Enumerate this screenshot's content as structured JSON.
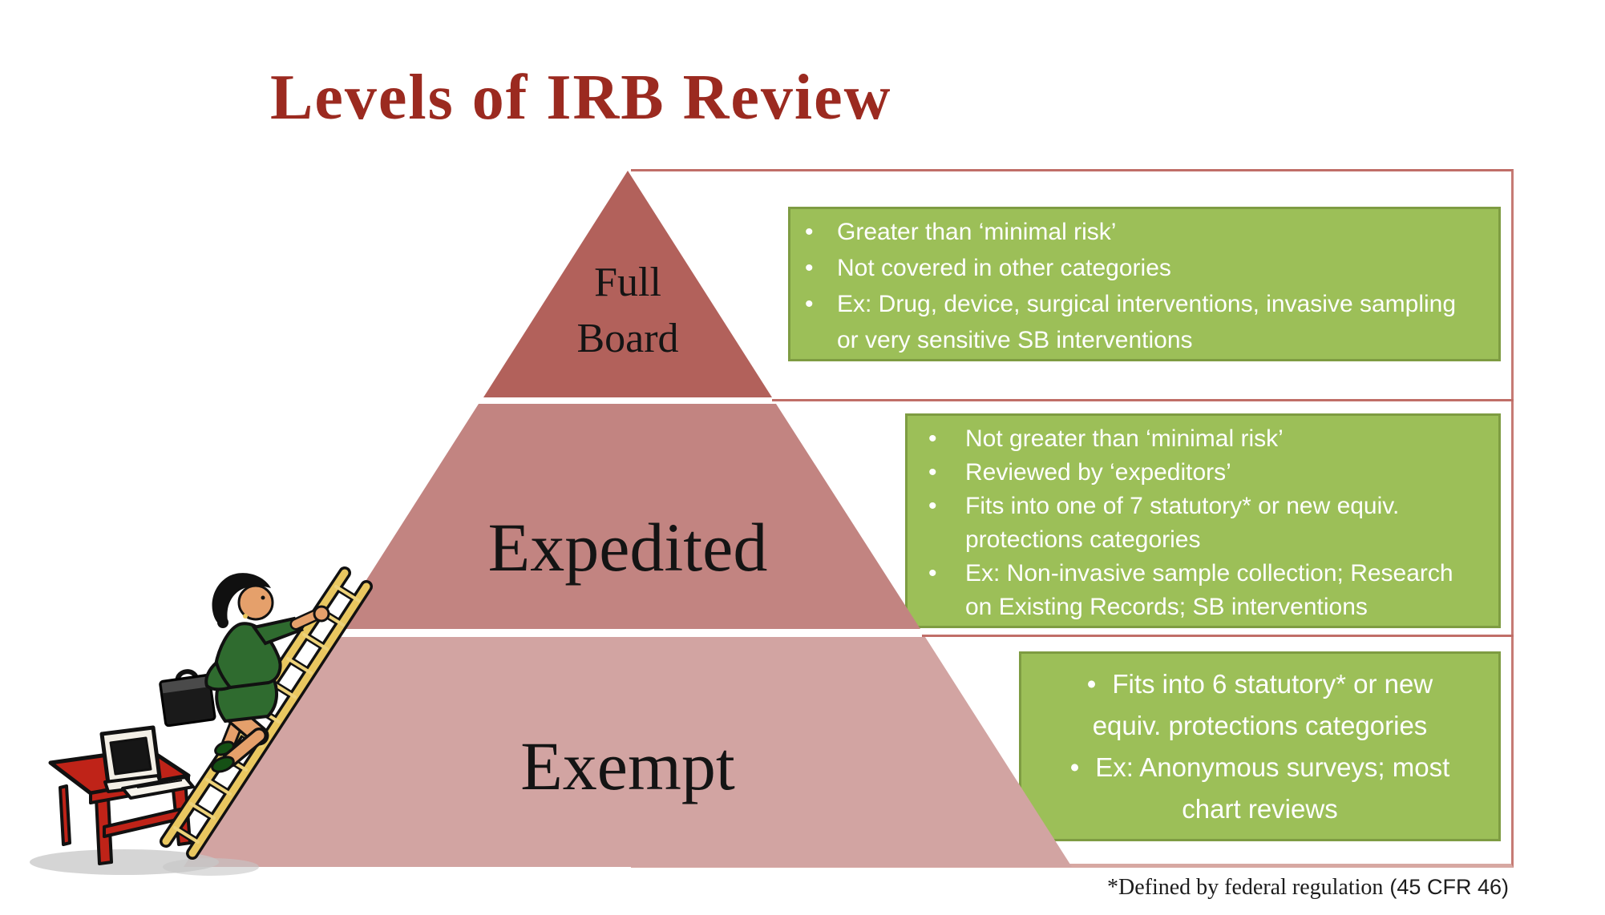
{
  "slide": {
    "title": "Levels of IRB Review"
  },
  "pyramid": {
    "levels": [
      {
        "label": "Full Board",
        "line1": "Full",
        "line2": "Board",
        "color": "#b2615b"
      },
      {
        "label": "Expedited",
        "color": "#c28481"
      },
      {
        "label": "Exempt",
        "color": "#d2a4a2"
      }
    ]
  },
  "callouts": [
    {
      "level": "Full Board",
      "align": "left",
      "bullets": [
        "Greater than ‘minimal risk’",
        "Not covered in other categories",
        "Ex: Drug, device, surgical interventions, invasive sampling or very sensitive SB interventions"
      ]
    },
    {
      "level": "Expedited",
      "align": "left",
      "bullets": [
        "Not greater than ‘minimal risk’",
        "Reviewed by ‘expeditors’",
        "Fits into one of 7 statutory* or new equiv. protections categories",
        "Ex: Non-invasive sample collection; Research on Existing Records; SB interventions"
      ]
    },
    {
      "level": "Exempt",
      "align": "center",
      "bullets": [
        "Fits into 6 statutory* or new equiv. protections categories",
        "Ex: Anonymous surveys; most chart reviews"
      ]
    }
  ],
  "footnote": {
    "text": "*Defined by federal regulation",
    "citation": "(45 CFR 46)"
  },
  "illustration": {
    "description": "Businesswoman in a green suit carrying a briefcase climbs a wooden ladder up the left slope of the pyramid, leaving behind a red desk with a desktop computer"
  },
  "colors": {
    "title_text": "#9b2a20",
    "frame_border": "#c06e68",
    "frame_border_bottom": "#d7a8a2",
    "pyramid_full_board": "#b2615b",
    "pyramid_expedited": "#c28481",
    "pyramid_exempt": "#d2a4a2",
    "callout_fill": "#9cbf58",
    "callout_border": "#7e9c42",
    "callout_text": "#ffffff",
    "pyramid_label_text": "#141414",
    "footnote_text": "#1d1d1d"
  }
}
